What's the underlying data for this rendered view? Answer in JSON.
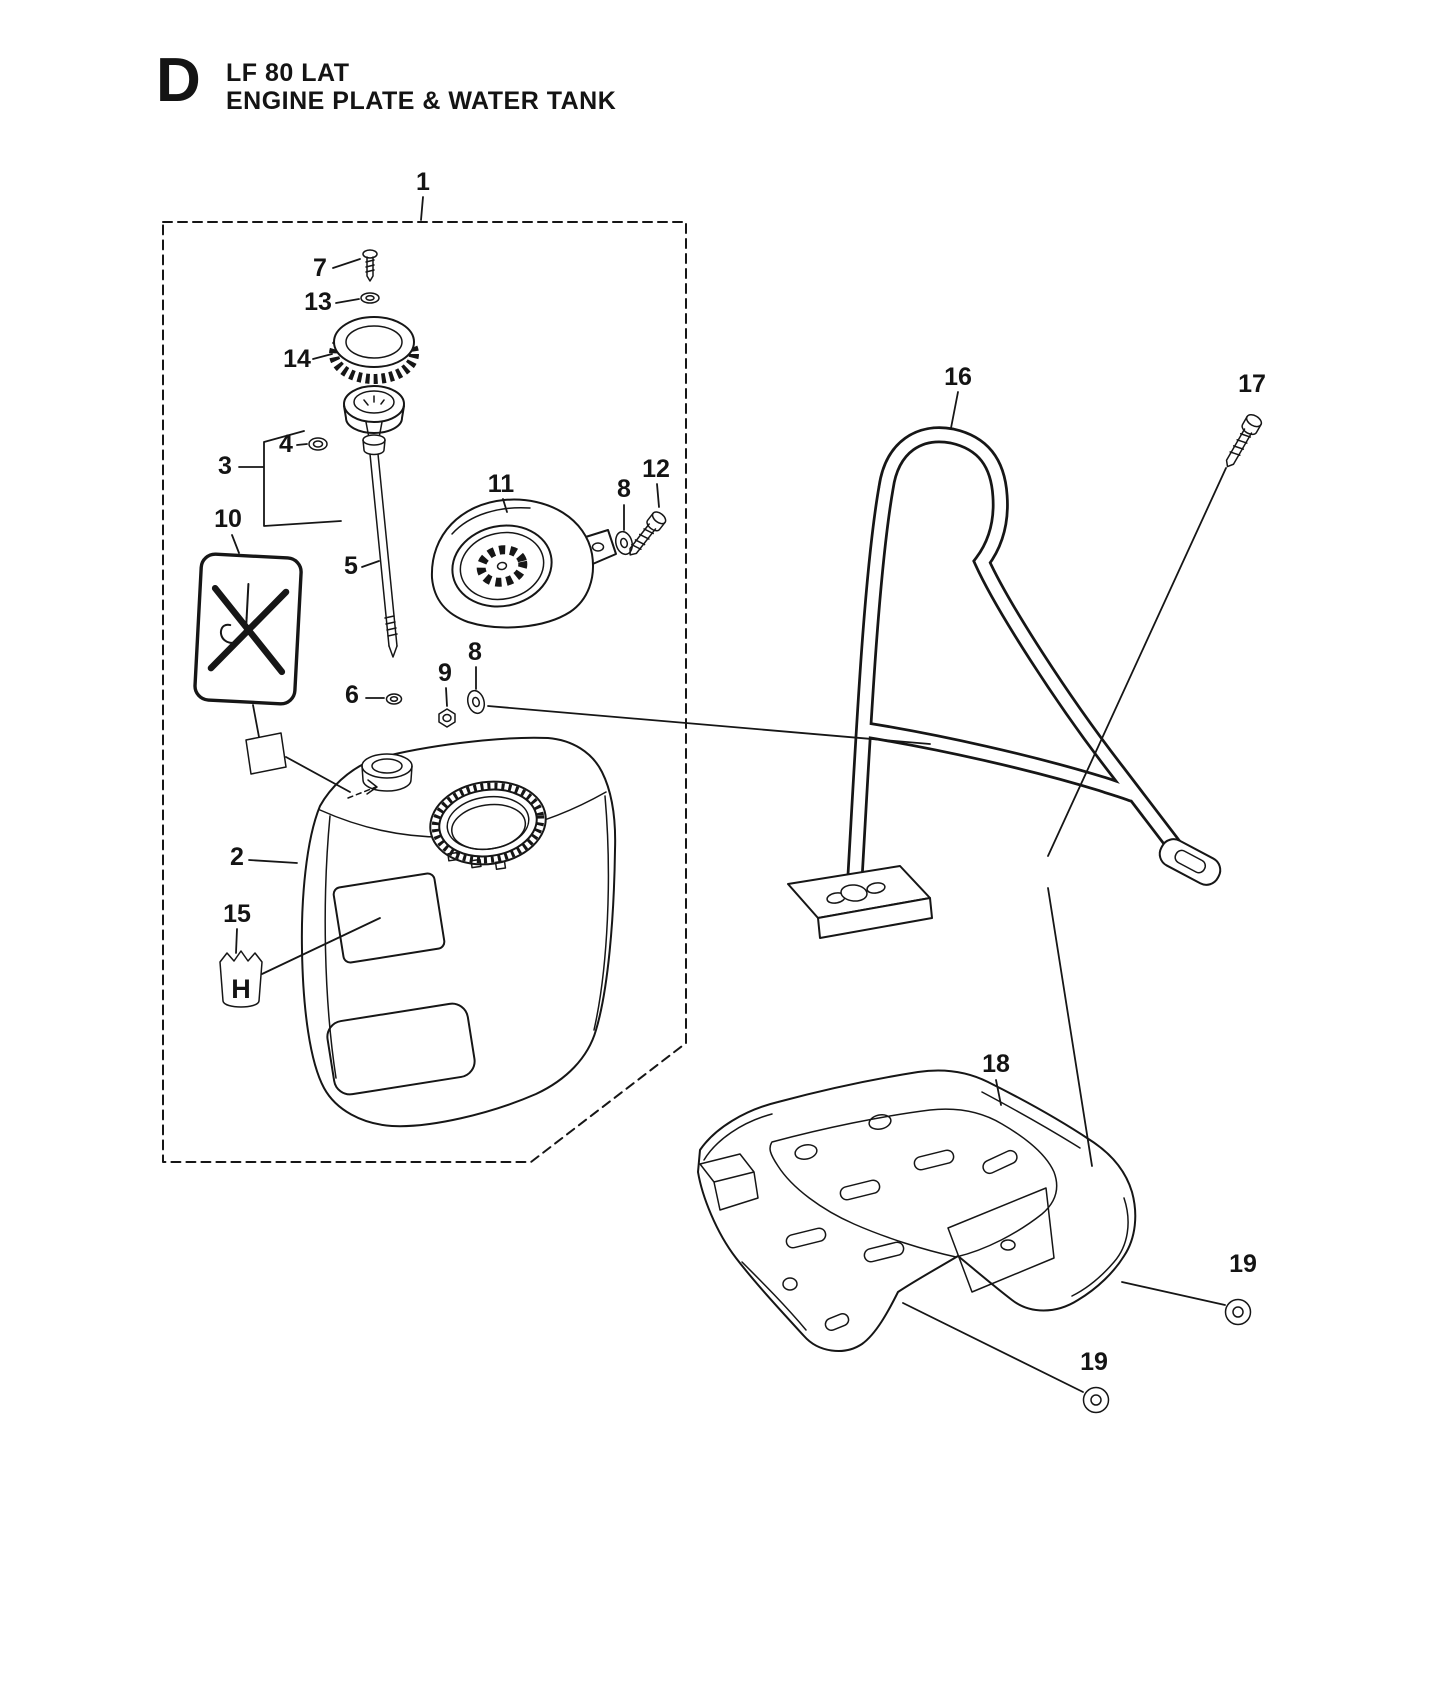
{
  "header": {
    "section_letter": "D",
    "model": "LF 80 LAT",
    "subtitle": "ENGINE PLATE & WATER TANK"
  },
  "logo": {
    "letter": "H"
  },
  "callouts": [
    {
      "label": "1"
    },
    {
      "label": "7"
    },
    {
      "label": "13"
    },
    {
      "label": "14"
    },
    {
      "label": "4"
    },
    {
      "label": "3"
    },
    {
      "label": "10"
    },
    {
      "label": "5"
    },
    {
      "label": "11"
    },
    {
      "label": "8"
    },
    {
      "label": "12"
    },
    {
      "label": "6"
    },
    {
      "label": "9"
    },
    {
      "label": "8"
    },
    {
      "label": "2"
    },
    {
      "label": "15"
    },
    {
      "label": "16"
    },
    {
      "label": "17"
    },
    {
      "label": "18"
    },
    {
      "label": "19"
    },
    {
      "label": "19"
    }
  ]
}
